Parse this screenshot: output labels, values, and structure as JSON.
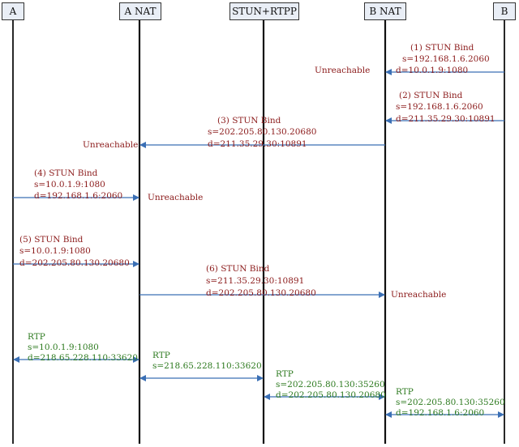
{
  "lifelines": [
    {
      "id": "a",
      "label": "A"
    },
    {
      "id": "anat",
      "label": "A NAT"
    },
    {
      "id": "stun",
      "label": "STUN+RTPP"
    },
    {
      "id": "bnat",
      "label": "B NAT"
    },
    {
      "id": "b",
      "label": "B"
    }
  ],
  "messages": [
    {
      "id": "m1",
      "lines": [
        "(1) STUN Bind",
        "s=192.168.1.6.2060",
        "d=10.0.1.9:1080"
      ],
      "status": "Unreachable"
    },
    {
      "id": "m2",
      "lines": [
        "(2) STUN Bind",
        "s=192.168.1.6.2060",
        "d=211.35.29.30:10891"
      ]
    },
    {
      "id": "m3",
      "lines": [
        "(3) STUN Bind",
        "s=202.205.80.130.20680",
        "d=211.35.29.30:10891"
      ],
      "status": "Unreachable"
    },
    {
      "id": "m4",
      "lines": [
        "(4) STUN Bind",
        "s=10.0.1.9:1080",
        "d=192.168.1.6:2060"
      ],
      "status": "Unreachable"
    },
    {
      "id": "m5",
      "lines": [
        "(5) STUN Bind",
        "s=10.0.1.9:1080",
        "d=202.205.80.130.20680"
      ]
    },
    {
      "id": "m6",
      "lines": [
        "(6) STUN Bind",
        "s=211.35.29.30:10891",
        "d=202.205.80.130.20680"
      ],
      "status": "Unreachable"
    },
    {
      "id": "r1",
      "lines": [
        "RTP",
        "s=10.0.1.9:1080",
        "d=218.65.228.110:33620"
      ]
    },
    {
      "id": "r2",
      "lines": [
        "RTP",
        "s=218.65.228.110:33620"
      ]
    },
    {
      "id": "r3",
      "lines": [
        "RTP",
        "s=202.205.80.130:35260",
        "d=202.205.80.130.20680"
      ]
    },
    {
      "id": "r4",
      "lines": [
        "RTP",
        "s=202.205.80.130:35260",
        "d=192.168.1.6:2060"
      ]
    }
  ],
  "colors": {
    "stun_text": "#8b1a1a",
    "rtp_text": "#2d7a1f",
    "arrow": "#3a6fb5",
    "lifeline": "#111111"
  }
}
